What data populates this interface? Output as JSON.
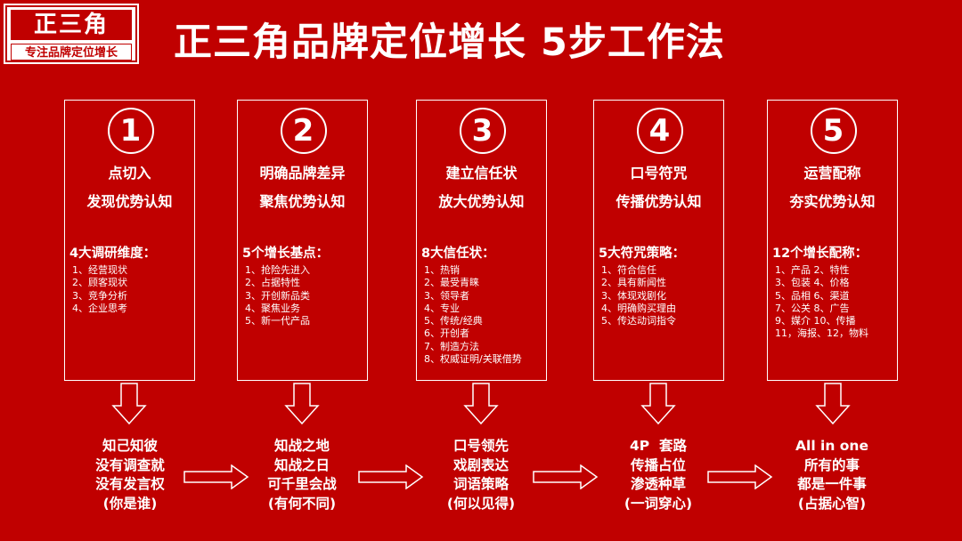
{
  "logo": {
    "main": "正三角",
    "sub": "专注品牌定位增长"
  },
  "title": "正三角品牌定位增长 5步工作法",
  "steps": [
    {
      "number": "1",
      "title": "点切入",
      "subtitle": "发现优势认知",
      "list_title": "4大调研维度：",
      "items": [
        "1、经营现状",
        "2、顾客现状",
        "3、竞争分析",
        "4、企业思考"
      ],
      "outcome": [
        "知己知彼",
        "没有调查就",
        "没有发言权",
        "(你是谁)"
      ]
    },
    {
      "number": "2",
      "title": "明确品牌差异",
      "subtitle": "聚焦优势认知",
      "list_title": "5个增长基点：",
      "items": [
        "1、抢险先进入",
        "2、占据特性",
        "3、开创新品类",
        "4、聚焦业务",
        "5、新一代产品"
      ],
      "outcome": [
        "知战之地",
        "知战之日",
        "可千里会战",
        "(有何不同)"
      ]
    },
    {
      "number": "3",
      "title": "建立信任状",
      "subtitle": "放大优势认知",
      "list_title": "8大信任状：",
      "items": [
        "1、热销",
        "2、最受青睐",
        "3、领导者",
        "4、专业",
        "5、传统/经典",
        "6、开创者",
        "7、制造方法",
        "8、权威证明/关联借势"
      ],
      "outcome": [
        "口号领先",
        "戏剧表达",
        "词语策略",
        "(何以见得)"
      ]
    },
    {
      "number": "4",
      "title": "口号符咒",
      "subtitle": "传播优势认知",
      "list_title": "5大符咒策略：",
      "items": [
        "1、符合信任",
        "2、具有新闻性",
        "3、体现戏剧化",
        "4、明确购买理由",
        "5、传达动词指令"
      ],
      "outcome": [
        "4P  套路",
        "传播占位",
        "渗透种草",
        "(一词穿心)"
      ]
    },
    {
      "number": "5",
      "title": "运营配称",
      "subtitle": "夯实优势认知",
      "list_title": "12个增长配称：",
      "items": [
        "1、产品   2、特性",
        "3、包装   4、价格",
        "5、品相   6、渠道",
        "7、公关   8、广告",
        "9、媒介   10、传播",
        "11，海报、12，物料"
      ],
      "outcome": [
        "All in one",
        "所有的事",
        "都是一件事",
        "(占据心智)"
      ]
    }
  ]
}
